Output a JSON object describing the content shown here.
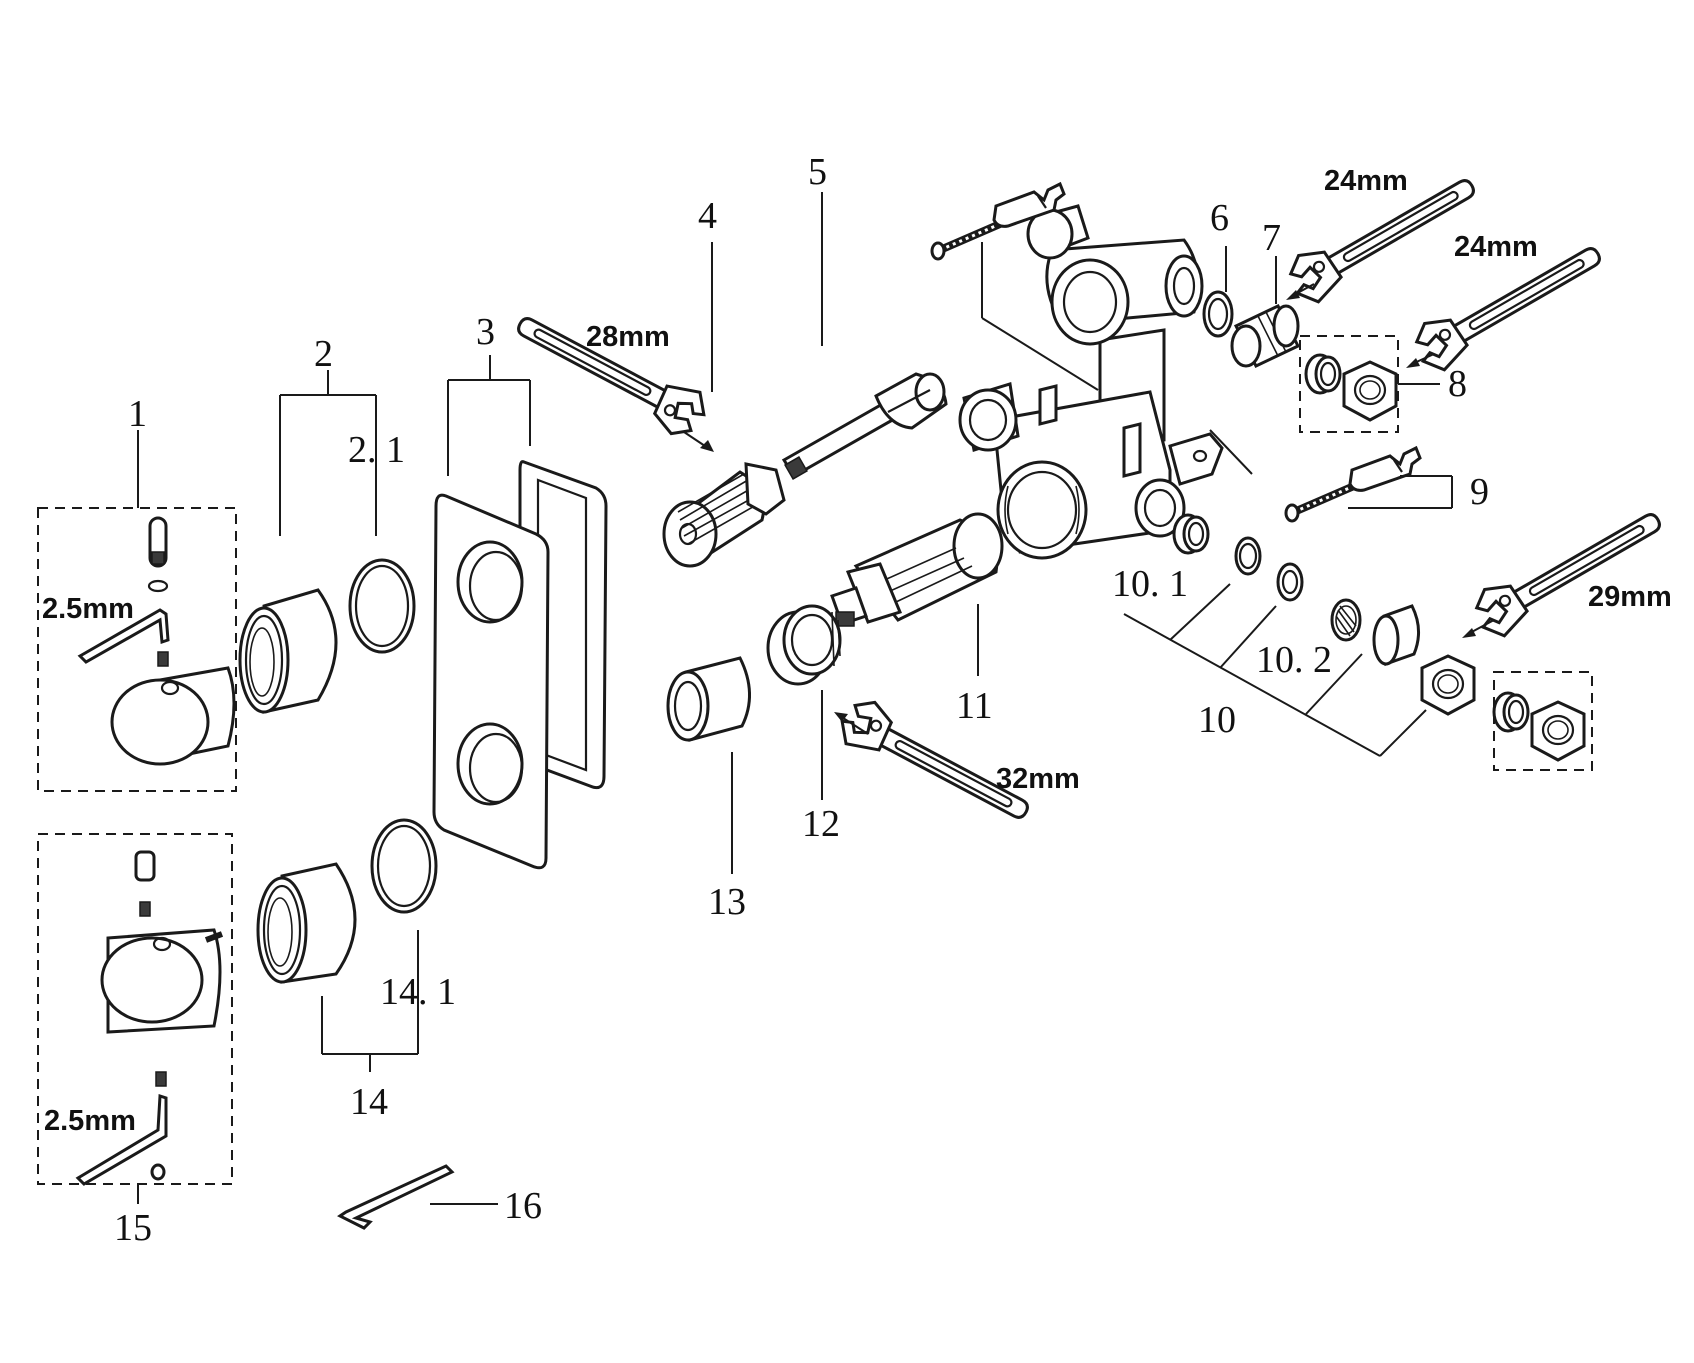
{
  "labels": {
    "p1": "1",
    "p2": "2",
    "p2_1": "2. 1",
    "p3": "3",
    "p4": "4",
    "p5": "5",
    "p6": "6",
    "p7": "7",
    "p8": "8",
    "p9": "9",
    "p10": "10",
    "p10_1": "10. 1",
    "p10_2": "10. 2",
    "p11": "11",
    "p12": "12",
    "p13": "13",
    "p14": "14",
    "p14_1": "14. 1",
    "p15": "15",
    "p16": "16"
  },
  "tool_sizes": {
    "hex_key_top": "2.5mm",
    "hex_key_bottom": "2.5mm",
    "wrench_28": "28mm",
    "wrench_32": "32mm",
    "wrench_24_a": "24mm",
    "wrench_24_b": "24mm",
    "wrench_29": "29mm"
  },
  "colors": {
    "line": "#1a1a1a",
    "background": "#ffffff"
  }
}
